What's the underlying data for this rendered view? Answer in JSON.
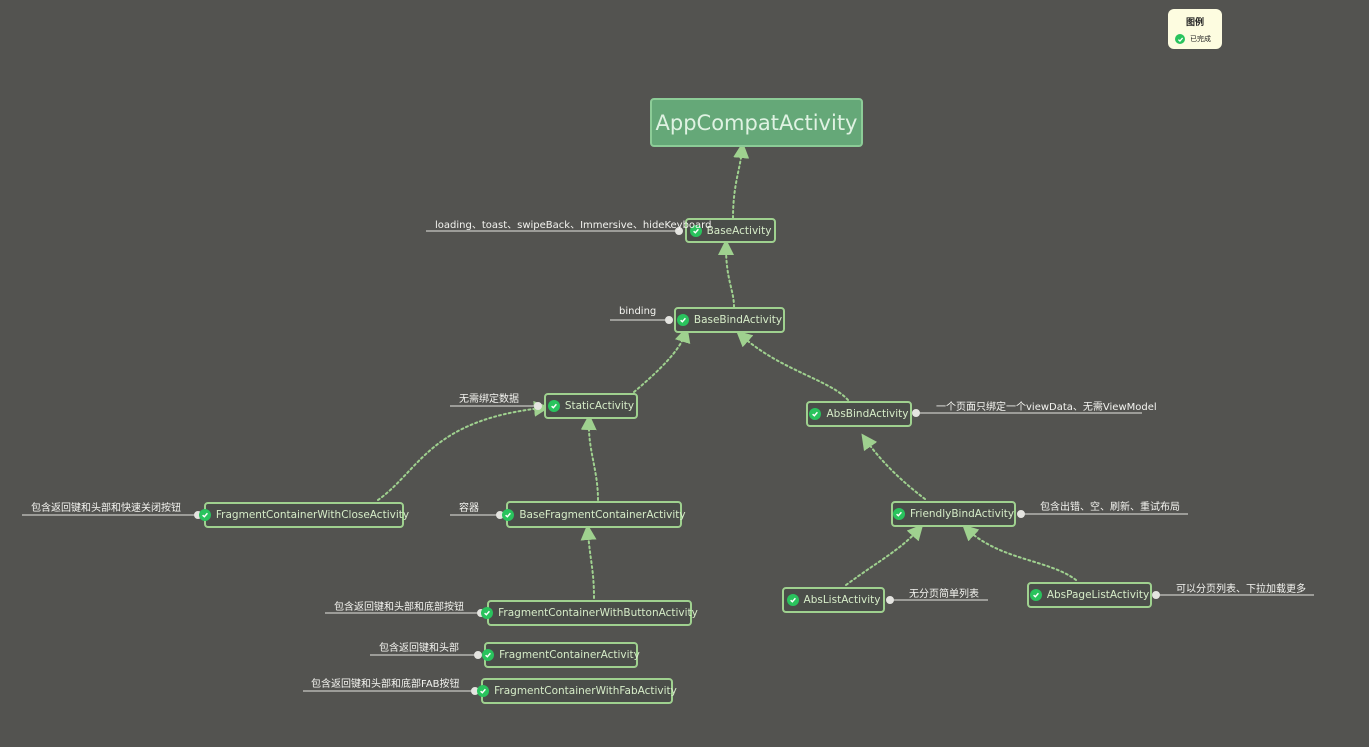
{
  "legend": {
    "title": "图例",
    "item_label": "已完成"
  },
  "root": {
    "label": "AppCompatActivity"
  },
  "nodes": {
    "base": {
      "label": "BaseActivity",
      "note": "loading、toast、swipeBack、Immersive、hideKeyboard"
    },
    "base_bind": {
      "label": "BaseBindActivity",
      "note": "binding"
    },
    "static": {
      "label": "StaticActivity",
      "note": "无需绑定数据"
    },
    "abs_bind": {
      "label": "AbsBindActivity",
      "note": "一个页面只绑定一个viewData、无需ViewModel"
    },
    "with_close": {
      "label": "FragmentContainerWithCloseActivity",
      "note": "包含返回键和头部和快速关闭按钮"
    },
    "base_fragment": {
      "label": "BaseFragmentContainerActivity",
      "note": "容器"
    },
    "friendly": {
      "label": "FriendlyBindActivity",
      "note": "包含出错、空、刷新、重试布局"
    },
    "abs_list": {
      "label": "AbsListActivity",
      "note": "无分页简单列表"
    },
    "abs_page_list": {
      "label": "AbsPageListActivity",
      "note": "可以分页列表、下拉加载更多"
    },
    "with_button": {
      "label": "FragmentContainerWithButtonActivity",
      "note": "包含返回键和头部和底部按钮"
    },
    "container": {
      "label": "FragmentContainerActivity",
      "note": "包含返回键和头部"
    },
    "with_fab": {
      "label": "FragmentContainerWithFabActivity",
      "note": "包含返回键和头部和底部FAB按钮"
    }
  },
  "colors": {
    "background": "#535350",
    "node_border": "#9fd18f",
    "root_fill": "#65a878",
    "check": "#29c35d",
    "legend_bg": "#fdfce0"
  },
  "icons": {
    "status": "check-circle-icon"
  }
}
